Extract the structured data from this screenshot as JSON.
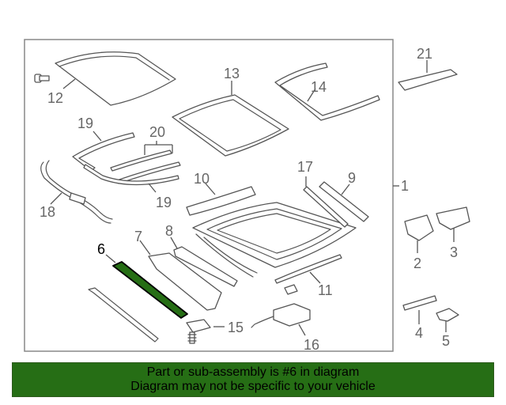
{
  "callouts": {
    "c1": "1",
    "c2": "2",
    "c3": "3",
    "c4": "4",
    "c5": "5",
    "c6": "6",
    "c7": "7",
    "c8": "8",
    "c9": "9",
    "c10": "10",
    "c11": "11",
    "c12": "12",
    "c13": "13",
    "c14": "14",
    "c15": "15",
    "c16": "16",
    "c17": "17",
    "c18": "18",
    "c19a": "19",
    "c19b": "19",
    "c20": "20",
    "c21": "21"
  },
  "highlight": {
    "part": "6",
    "color": "#266e15"
  },
  "colors": {
    "banner_bg": "#266e15",
    "line": "#555555",
    "frame": "#888888"
  },
  "banner": {
    "line1": "Part or sub-assembly is #6 in diagram",
    "line2": "Diagram may not be specific to your vehicle"
  }
}
